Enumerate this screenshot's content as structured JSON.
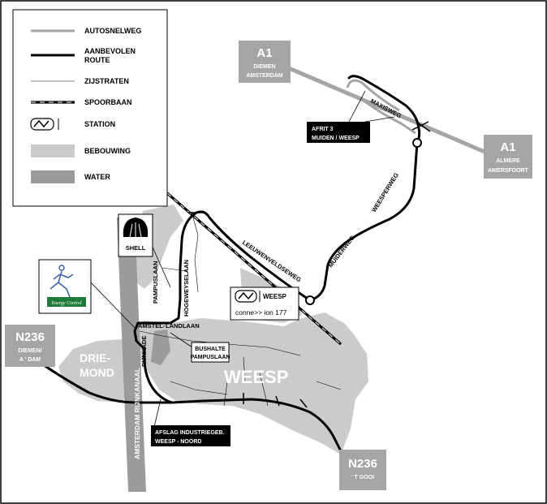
{
  "legend": {
    "items": [
      {
        "key": "motorway",
        "label": "AUTOSNELWEG"
      },
      {
        "key": "route",
        "label": "AANBEVOLEN",
        "label2": "ROUTE"
      },
      {
        "key": "side",
        "label": "ZIJSTRATEN"
      },
      {
        "key": "rail",
        "label": "SPOORBAAN"
      },
      {
        "key": "station",
        "label": "STATION"
      },
      {
        "key": "built",
        "label": "BEBOUWING"
      },
      {
        "key": "water",
        "label": "WATER"
      }
    ]
  },
  "signs": {
    "a1_west": {
      "code": "A1",
      "line1": "DIEMEN",
      "line2": "AMSTERDAM"
    },
    "a1_east": {
      "code": "A1",
      "line1": "ALMERE",
      "line2": "AMERSFOORT"
    },
    "n236_west": {
      "code": "N236",
      "line1": "DIEMEN/",
      "line2": "A ' DAM"
    },
    "n236_east": {
      "code": "N236",
      "line1": "' T GOOI"
    }
  },
  "labels": {
    "afrit_1": "AFRIT 3",
    "afrit_2": "MUIDEN / WEESP",
    "afslag_1": "AFSLAG INDUSTRIEGEB.",
    "afslag_2": "WEESP - NOORD",
    "bushalte_1": "BUSHALTE",
    "bushalte_2": "PAMPUSLAAN",
    "shell": "SHELL",
    "station_name": "WEESP",
    "connexxion": "conne>> ion 177",
    "energy_brand": "Energy Control"
  },
  "places": {
    "weesp": "WEESP",
    "driemond_1": "DRIE-",
    "driemond_2": "MOND"
  },
  "streets": {
    "maxisweg": "MAXISWEG",
    "weesperweg": "WEESPERWEG",
    "muiderweg": "MUIDERWEG",
    "leeuwenveldseweg": "LEEUWENVELDSEWEG",
    "pampuslaan": "PAMPUSLAAN",
    "hogeweyselaan": "HOGEWEYSELAAN",
    "amstel": "AMSTEL-",
    "landlaan": "LANDLAAN",
    "rijnkade": "RIJNKADE",
    "kanaal": "AMSTERDAM RIJNKANAAL"
  }
}
